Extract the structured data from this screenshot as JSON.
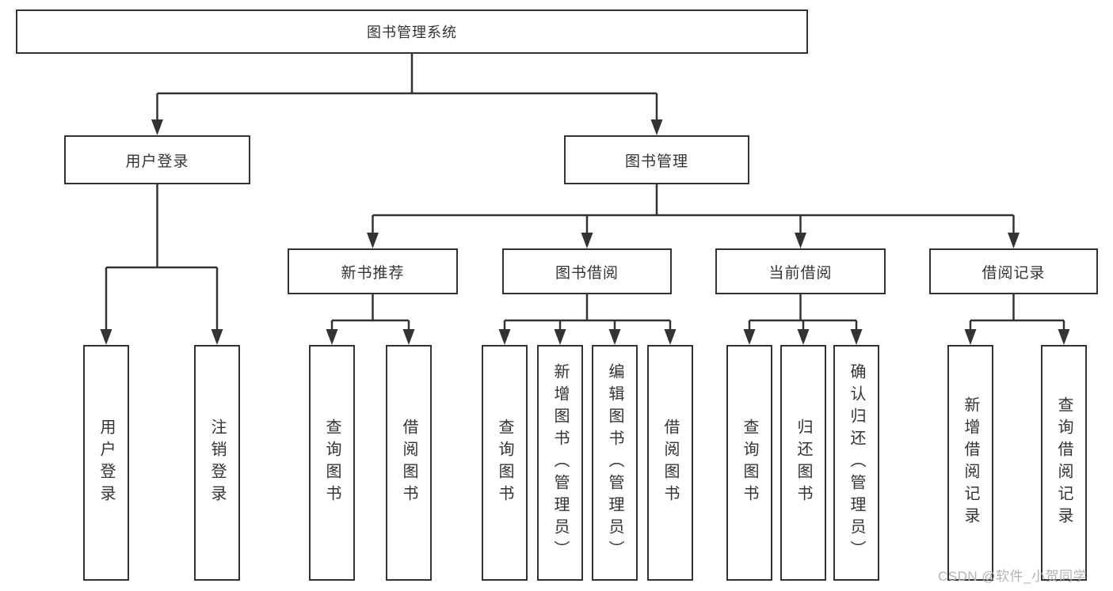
{
  "diagram": {
    "root": {
      "label": "图书管理系统"
    },
    "user_login": {
      "label": "用户登录",
      "children": [
        {
          "label": "用户登录"
        },
        {
          "label": "注销登录"
        }
      ]
    },
    "book_management": {
      "label": "图书管理",
      "sections": [
        {
          "label": "新书推荐",
          "children": [
            {
              "label": "查询图书"
            },
            {
              "label": "借阅图书"
            }
          ]
        },
        {
          "label": "图书借阅",
          "children": [
            {
              "label": "查询图书"
            },
            {
              "label": "新增图书（管理员）"
            },
            {
              "label": "编辑图书（管理员）"
            },
            {
              "label": "借阅图书"
            }
          ]
        },
        {
          "label": "当前借阅",
          "children": [
            {
              "label": "查询图书"
            },
            {
              "label": "归还图书"
            },
            {
              "label": "确认归还（管理员）"
            }
          ]
        },
        {
          "label": "借阅记录",
          "children": [
            {
              "label": "新增借阅记录"
            },
            {
              "label": "查询借阅记录"
            }
          ]
        }
      ]
    },
    "watermark": "CSDN @软件_小贺同学",
    "colors": {
      "line": "#333333",
      "text": "#333333",
      "background": "#ffffff",
      "watermark": "#b3b3b3"
    }
  }
}
